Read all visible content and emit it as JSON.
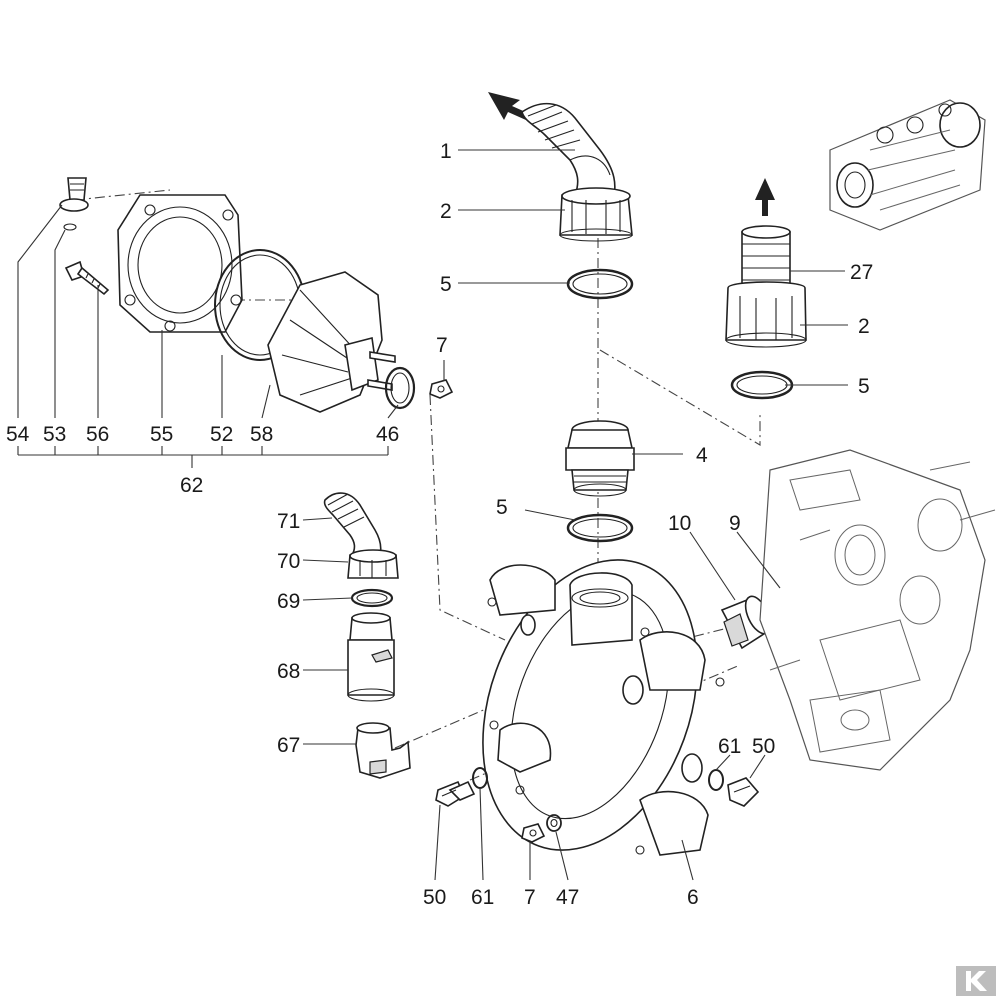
{
  "callouts": [
    {
      "id": "c1",
      "text": "1"
    },
    {
      "id": "c2a",
      "text": "2"
    },
    {
      "id": "c5a",
      "text": "5"
    },
    {
      "id": "c27",
      "text": "27"
    },
    {
      "id": "c2b",
      "text": "2"
    },
    {
      "id": "c5b",
      "text": "5"
    },
    {
      "id": "c7a",
      "text": "7"
    },
    {
      "id": "c54",
      "text": "54"
    },
    {
      "id": "c53",
      "text": "53"
    },
    {
      "id": "c56",
      "text": "56"
    },
    {
      "id": "c55",
      "text": "55"
    },
    {
      "id": "c52",
      "text": "52"
    },
    {
      "id": "c58",
      "text": "58"
    },
    {
      "id": "c46",
      "text": "46"
    },
    {
      "id": "c62",
      "text": "62"
    },
    {
      "id": "c4",
      "text": "4"
    },
    {
      "id": "c5c",
      "text": "5"
    },
    {
      "id": "c10",
      "text": "10"
    },
    {
      "id": "c9",
      "text": "9"
    },
    {
      "id": "c71",
      "text": "71"
    },
    {
      "id": "c70",
      "text": "70"
    },
    {
      "id": "c69",
      "text": "69"
    },
    {
      "id": "c68",
      "text": "68"
    },
    {
      "id": "c67",
      "text": "67"
    },
    {
      "id": "c61a",
      "text": "61"
    },
    {
      "id": "c50a",
      "text": "50"
    },
    {
      "id": "c50b",
      "text": "50"
    },
    {
      "id": "c61b",
      "text": "61"
    },
    {
      "id": "c7b",
      "text": "7"
    },
    {
      "id": "c47",
      "text": "47"
    },
    {
      "id": "c6",
      "text": "6"
    }
  ],
  "colors": {
    "ink": "#222222",
    "background": "#ffffff",
    "logo": "#bdbdbd"
  },
  "icons": {
    "flow_arrows": "arrow-icon",
    "logo": "brand-logo"
  }
}
